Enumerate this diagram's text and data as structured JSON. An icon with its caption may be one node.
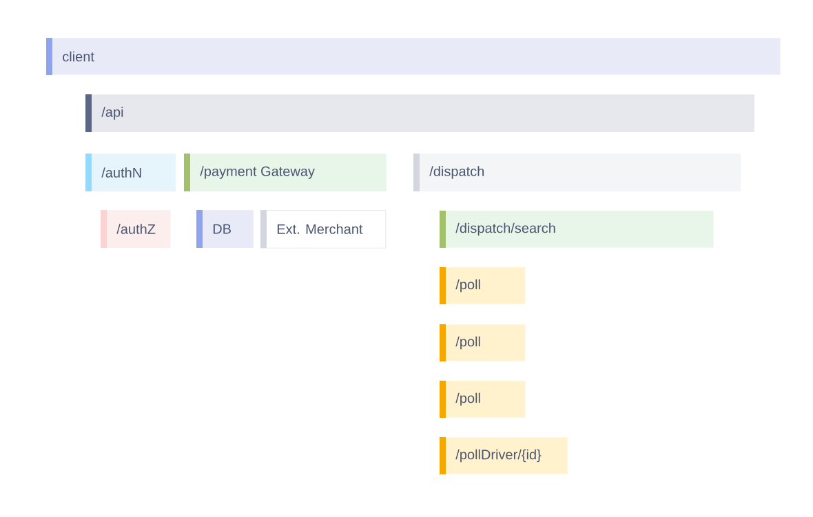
{
  "diagram": {
    "nodes": [
      {
        "text": [
          "client"
        ]
      },
      {
        "text": [
          "/api"
        ]
      },
      {
        "text": [
          "/authN"
        ]
      },
      {
        "text": [
          "/payment Gateway"
        ]
      },
      {
        "text": [
          "/dispatch"
        ]
      },
      {
        "text": [
          "/authZ"
        ]
      },
      {
        "text": [
          "DB"
        ]
      },
      {
        "text": [
          "Ext. Merchant"
        ]
      },
      {
        "text": [
          "/dispatch/search"
        ]
      },
      {
        "text": [
          "/poll"
        ]
      },
      {
        "text": [
          "/poll"
        ]
      },
      {
        "text": [
          "/poll"
        ]
      },
      {
        "text": [
          "/pollDriver/{id}"
        ]
      }
    ]
  }
}
